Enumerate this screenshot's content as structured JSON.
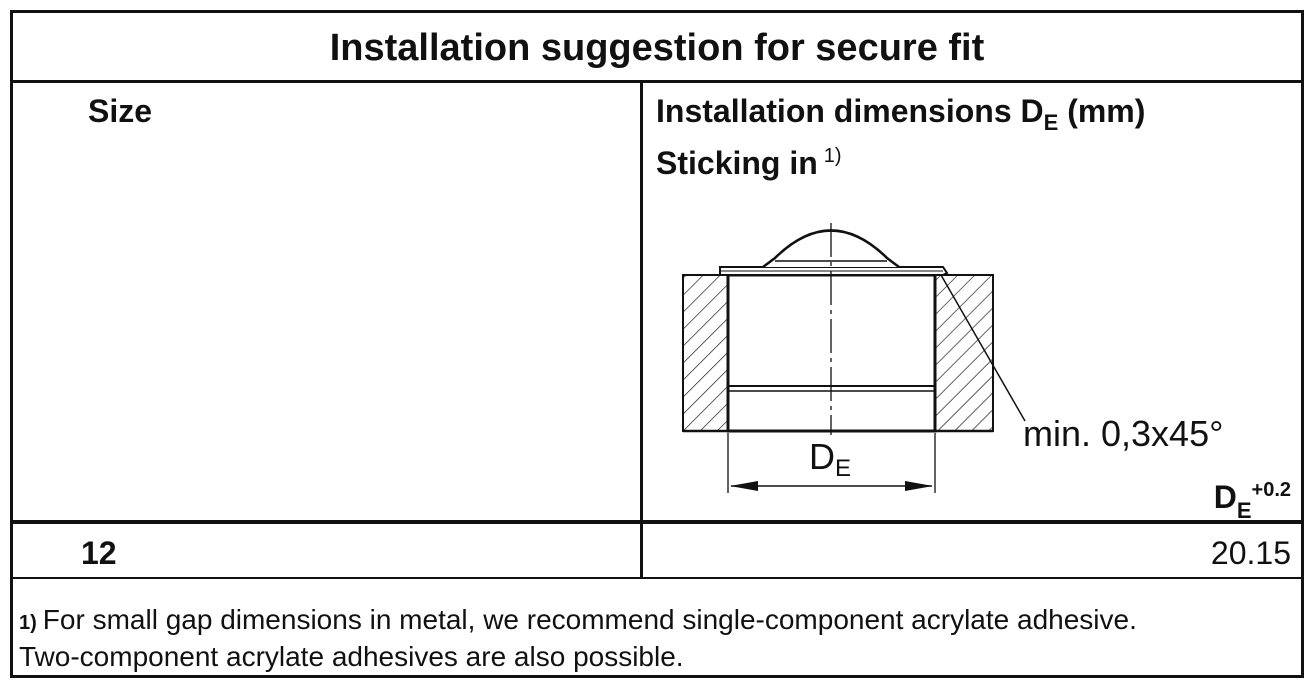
{
  "title": "Installation suggestion for secure fit",
  "header": {
    "size_label": "Size",
    "dim_label": "Installation dimensions D",
    "dim_sub": "E",
    "dim_unit": " (mm)",
    "sticking_label": "Sticking in",
    "sticking_ref": "1)"
  },
  "drawing": {
    "chamfer_note": "min. 0,3x45°",
    "dim_letter": "D",
    "dim_sub": "E"
  },
  "unit": {
    "letter": "D",
    "sub": "E",
    "tolerance": "+0.2"
  },
  "rows": [
    {
      "size": "12",
      "dimension": "20.15"
    }
  ],
  "footnote": {
    "marker": "1)",
    "line1": "For small gap dimensions in metal, we recommend single-component acrylate adhesive.",
    "line2": "Two-component acrylate adhesives are also possible."
  }
}
